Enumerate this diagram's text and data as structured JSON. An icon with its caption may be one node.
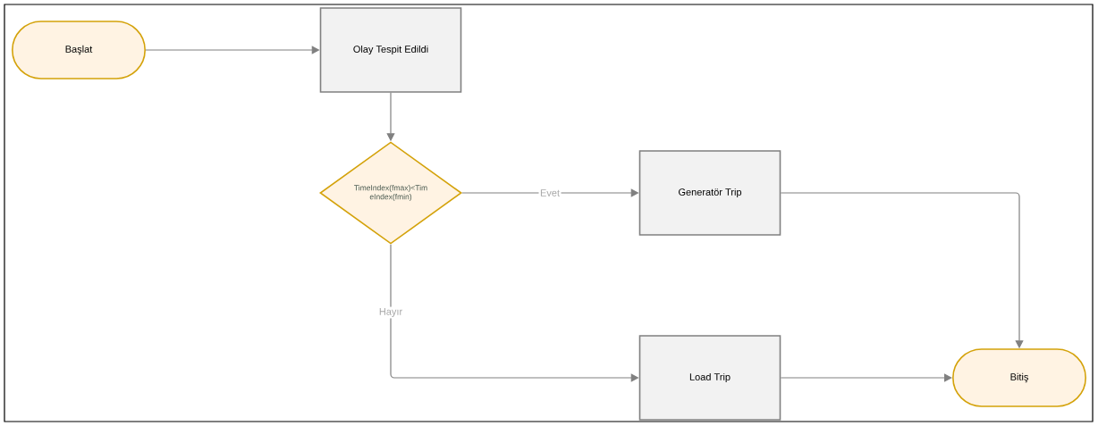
{
  "diagram": {
    "nodes": [
      {
        "text": [
          "Başlat"
        ]
      },
      {
        "text": [
          "Olay Tespit Edildi"
        ]
      },
      {
        "text": [
          "TimeIndex(fmax)<Tim eIndex(fmin)"
        ]
      },
      {
        "text": [
          "Generatör Trip"
        ]
      },
      {
        "text": [
          "Load Trip"
        ]
      },
      {
        "text": [
          "Bitiş"
        ]
      }
    ],
    "edges": [
      {
        "from": 0,
        "to": 1,
        "arrow": "to"
      },
      {
        "from": 1,
        "to": 2,
        "arrow": "to"
      },
      {
        "from": 2,
        "to": 3,
        "arrow": "to",
        "label": "Evet"
      },
      {
        "from": 2,
        "to": 4,
        "arrow": "to",
        "label": "Hayır"
      },
      {
        "from": 3,
        "to": 5,
        "arrow": "to"
      },
      {
        "from": 4,
        "to": 5,
        "arrow": "to"
      }
    ]
  }
}
